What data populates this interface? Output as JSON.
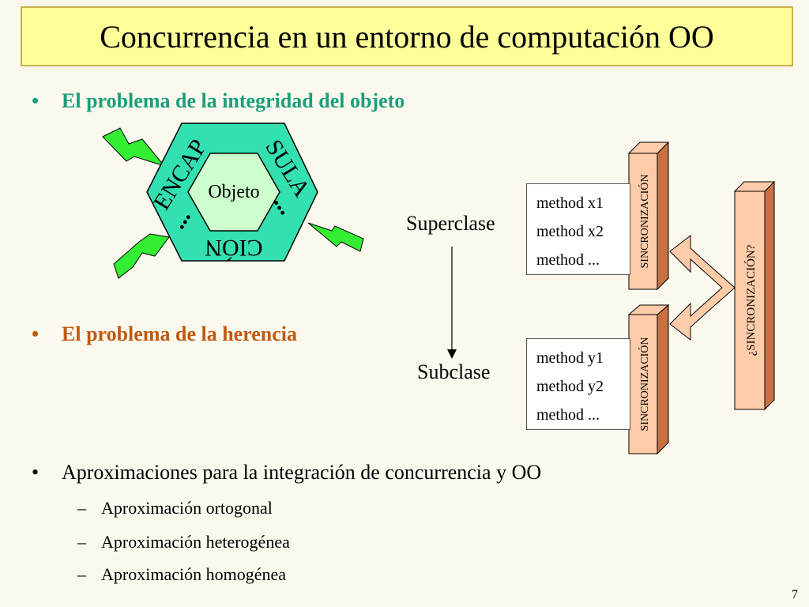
{
  "title": "Concurrencia en un entorno de computación OO",
  "bullets": [
    {
      "marker": "•",
      "text": "El problema de la integridad del objeto"
    },
    {
      "marker": "•",
      "text": "El problema de la herencia"
    },
    {
      "marker": "•",
      "text": "Aproximaciones para la integración de concurrencia y OO"
    }
  ],
  "sub_items": [
    {
      "marker": "–",
      "text": "Aproximación ortogonal"
    },
    {
      "marker": "–",
      "text": "Aproximación heterogénea"
    },
    {
      "marker": "–",
      "text": "Aproximación homogénea"
    }
  ],
  "hexagon": {
    "center_label": "Objeto",
    "top_left": "ENCAP",
    "top_right": "SULA",
    "bottom": "CIÓN",
    "ellipsis": "...",
    "colors": {
      "outer": "#33e0b0",
      "inner": "#ccffcc"
    }
  },
  "superclass": {
    "label": "Superclase",
    "methods": [
      "method x1",
      "method x2",
      "method ..."
    ],
    "sync": "SINCRONIZACIÓN"
  },
  "subclass": {
    "label": "Subclase",
    "methods": [
      "method y1",
      "method y2",
      "method ..."
    ],
    "sync": "SINCRONIZACIÓN"
  },
  "question_sync": "¿SINCRONIZACIÓN?",
  "colors": {
    "bolt": "#33ee33",
    "pillar": "#ffccaa",
    "pillar_side": "#c87040"
  },
  "page_number": "7"
}
